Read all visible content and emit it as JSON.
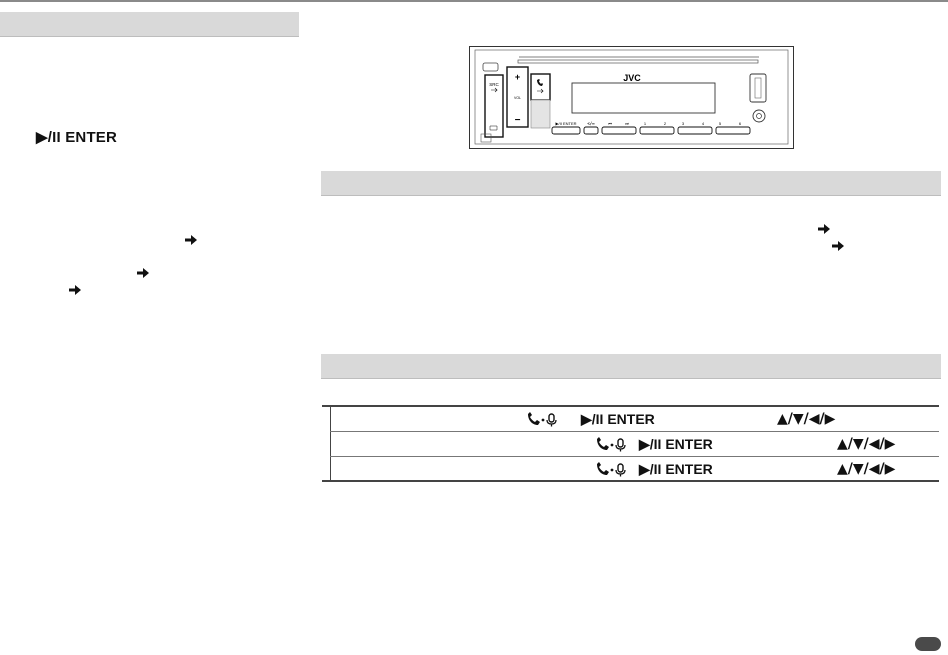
{
  "left_panel": {
    "enter_label": "▶/II ENTER"
  },
  "device": {
    "brand": "JVC",
    "src_label": "SRC",
    "vol_label": "VOL",
    "vol_plus": "+",
    "vol_minus": "−",
    "bottom_buttons": [
      "▶/II ENTER",
      "⟲/≡",
      "⏮",
      "⏭",
      "1",
      "2",
      "3",
      "4",
      "5",
      "6"
    ]
  },
  "table": {
    "rows": [
      {
        "enter": "▶/II ENTER",
        "arrows": "▲/▼/◀/▶"
      },
      {
        "enter": "▶/II ENTER",
        "arrows": "▲/▼/◀/▶"
      },
      {
        "enter": "▶/II ENTER",
        "arrows": "▲/▼/◀/▶"
      }
    ]
  }
}
